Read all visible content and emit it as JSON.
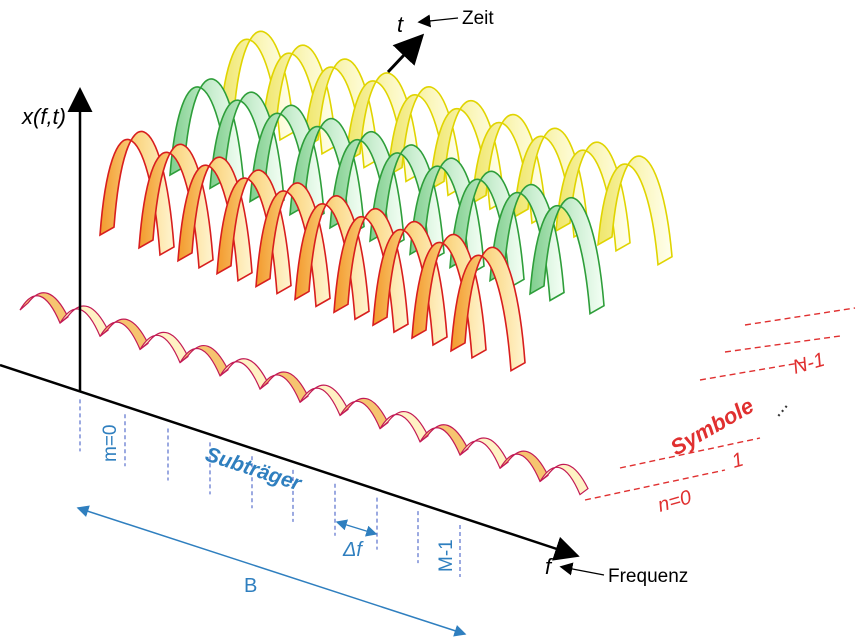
{
  "labels": {
    "x_axis_var": "x(f,t)",
    "t_var": "t",
    "t_desc": "Zeit",
    "f_var": "f",
    "f_desc": "Frequenz",
    "m0": "m=0",
    "subcarrier": "Subträger",
    "delta_f": "Δf",
    "m_last": "M-1",
    "bandwidth": "B",
    "symbols": "Symbole",
    "n0": "n=0",
    "n1": "1",
    "ndots": "...",
    "n_last": "N-1"
  },
  "colors": {
    "blue": "#2f7fbf",
    "red": "#e03030",
    "black": "#000000",
    "row_front": "#f7b04a",
    "row_front_edge": "#d81e1e",
    "row_mid": "#bfe8c6",
    "row_mid_edge": "#2e9e3a",
    "row_back": "#f6f19a",
    "row_back_edge": "#e0d400"
  }
}
